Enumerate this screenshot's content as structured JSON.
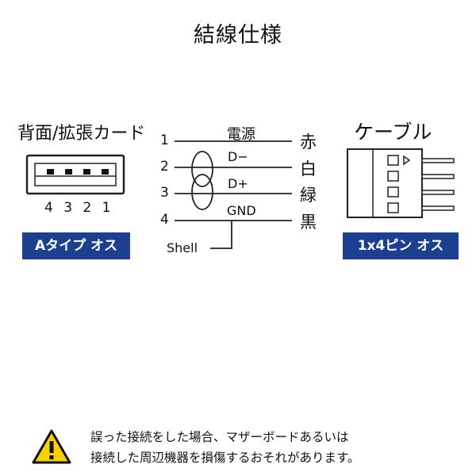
{
  "title": "結線仕様",
  "left": {
    "heading": "背面/拡張カード",
    "pins_label": "4 3 2 1",
    "type_label": "Aタイプ オス"
  },
  "right": {
    "heading": "ケーブル",
    "type_label": "1x4ピン オス"
  },
  "wiring": {
    "pins": [
      "1",
      "2",
      "3",
      "4"
    ],
    "signals": [
      "電源",
      "D−",
      "D+",
      "GND"
    ],
    "colors": [
      "赤",
      "白",
      "緑",
      "黒"
    ],
    "shell_label": "Shell"
  },
  "warning": {
    "icon": "warning-triangle-icon",
    "lines": [
      "誤った接続をした場合、マザーボードあるいは",
      "接続した周辺機器を損傷するおそれがあります。"
    ]
  },
  "colors": {
    "label_bg": "#1d3f91",
    "warning_yellow": "#f5d300",
    "line": "#222222"
  }
}
